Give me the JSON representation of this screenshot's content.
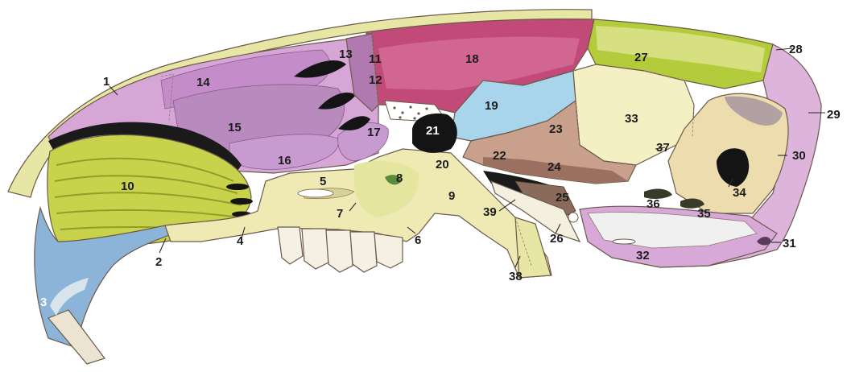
{
  "figure": {
    "labels": [
      "1",
      "2",
      "3",
      "4",
      "5",
      "6",
      "7",
      "8",
      "9",
      "10",
      "11",
      "12",
      "13",
      "14",
      "15",
      "16",
      "17",
      "18",
      "19",
      "20",
      "21",
      "22",
      "23",
      "24",
      "25",
      "26",
      "27",
      "28",
      "29",
      "30",
      "31",
      "32",
      "33",
      "34",
      "35",
      "36",
      "37",
      "38",
      "39"
    ]
  },
  "colors": {
    "nasal_outline": "#e8e6a4",
    "nasal_conchae_pink": "#d6a6d6",
    "maxilloturbinate_green": "#c8d24a",
    "incisor_blue": "#8cb4d8",
    "maxilla_cream": "#efeab4",
    "frontal_red": "#c24a78",
    "orbit_blue": "#a8d4ec",
    "parietal_green": "#b4cc3c",
    "sphenoid_brown": "#c8a08c",
    "interparietal_cream": "#f4f0c4",
    "occipital_lilac": "#dcb4dc",
    "foramen_black": "#141414"
  }
}
